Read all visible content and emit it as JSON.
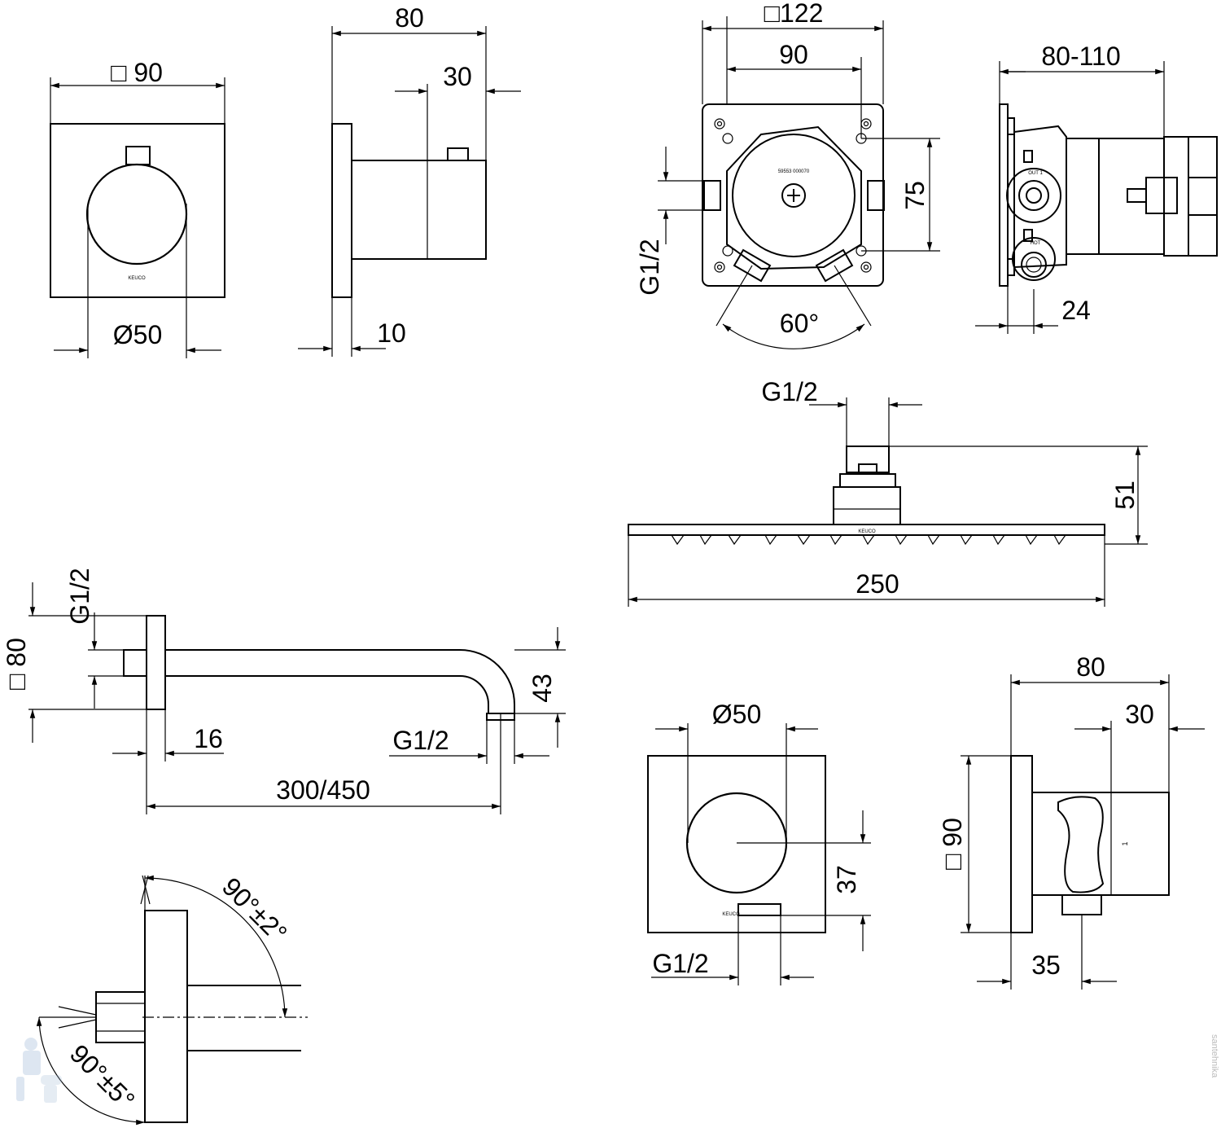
{
  "dimensions": {
    "mixer_face_width": "□ 90",
    "mixer_knob_diameter": "Ø50",
    "mixer_depth": "80",
    "mixer_knob_depth": "30",
    "mixer_plate": "10",
    "box_outer": "□122",
    "box_holes": "90",
    "box_height": "75",
    "box_thread": "G1/2",
    "box_angle": "60°",
    "box_depth": "80-110",
    "box_offset": "24",
    "head_thread": "G1/2",
    "head_height": "51",
    "head_width": "250",
    "arm_thread_top": "G1/2",
    "arm_rosette": "□ 80",
    "arm_plate": "16",
    "arm_thread_outlet": "G1/2",
    "arm_drop": "43",
    "arm_length": "300/450",
    "elbow_diameter": "Ø50",
    "elbow_height": "37",
    "elbow_thread": "G1/2",
    "elbow_depth": "80",
    "elbow_knob_depth": "30",
    "elbow_face": "□ 90",
    "elbow_offset": "35",
    "angle_top": "90°±2°",
    "angle_bottom": "90°±5°"
  },
  "labels": {
    "brand_mixer": "KEUCO",
    "brand_head": "KEUCO",
    "brand_elbow": "KEUCO",
    "box_code": "59553 000070",
    "box_out_label": "OUT 1",
    "box_in_label": "HOT",
    "side_mark": "1",
    "watermark": "santehnika"
  },
  "icons": {
    "watermark_logo": "plumber-mascot-icon"
  }
}
